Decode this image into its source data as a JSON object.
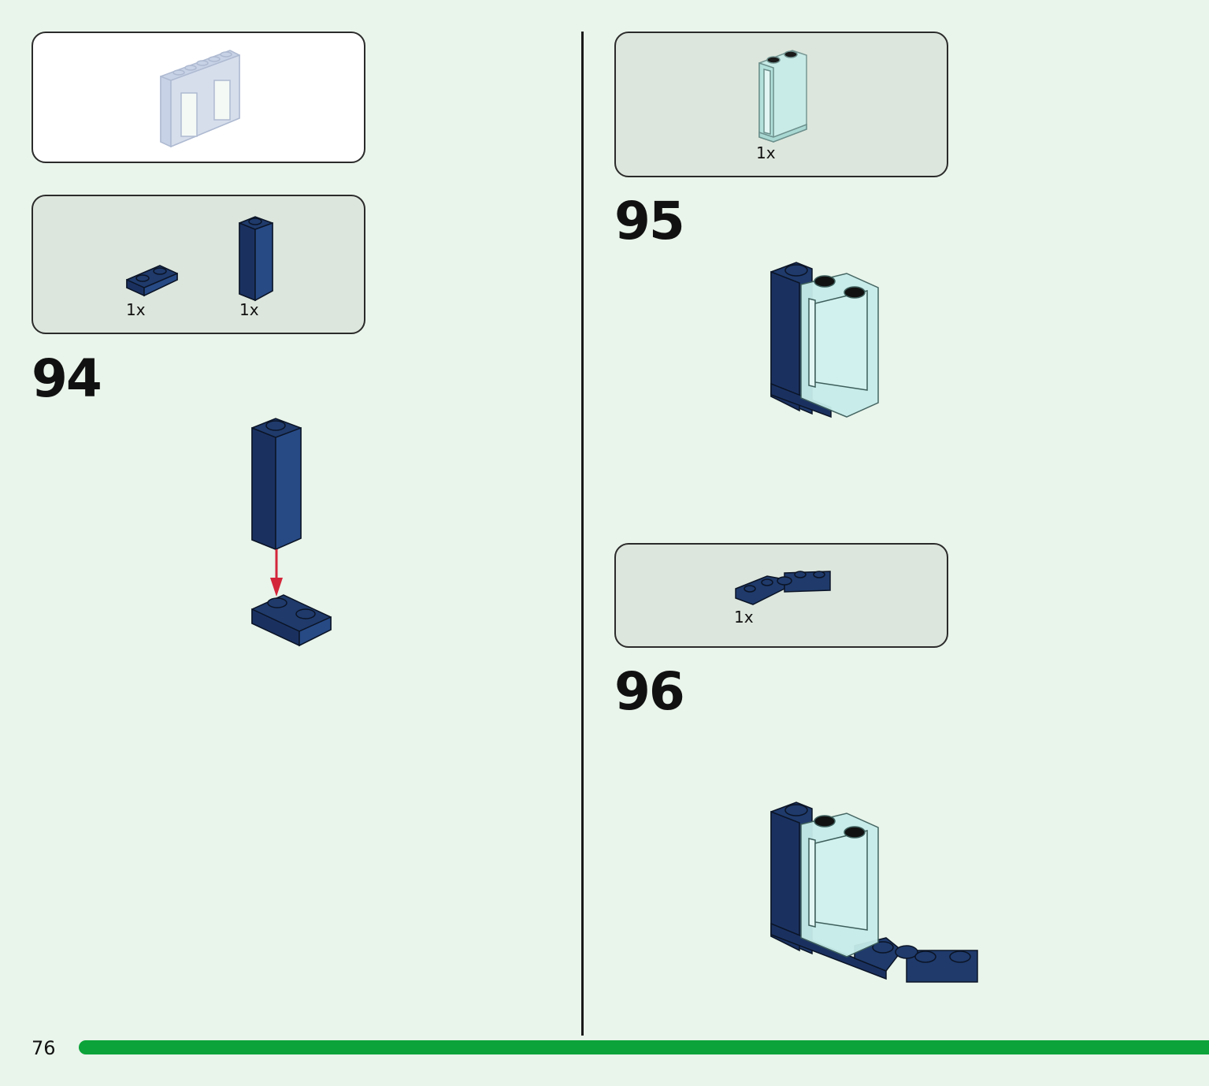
{
  "page": {
    "number": "76",
    "progress": 1.0
  },
  "colors": {
    "background": "#e9f4ea",
    "accent_green": "#0ca33a",
    "brick_blue": "#1f3a6b",
    "trans_clear": "#c6ece9",
    "arrow_red": "#d3263a"
  },
  "steps": {
    "s94": {
      "number": "94",
      "parts": [
        {
          "qty": "1x"
        },
        {
          "qty": "1x"
        }
      ]
    },
    "s95": {
      "number": "95",
      "parts": [
        {
          "qty": "1x"
        }
      ]
    },
    "s96": {
      "number": "96",
      "parts": [
        {
          "qty": "1x"
        }
      ]
    }
  }
}
